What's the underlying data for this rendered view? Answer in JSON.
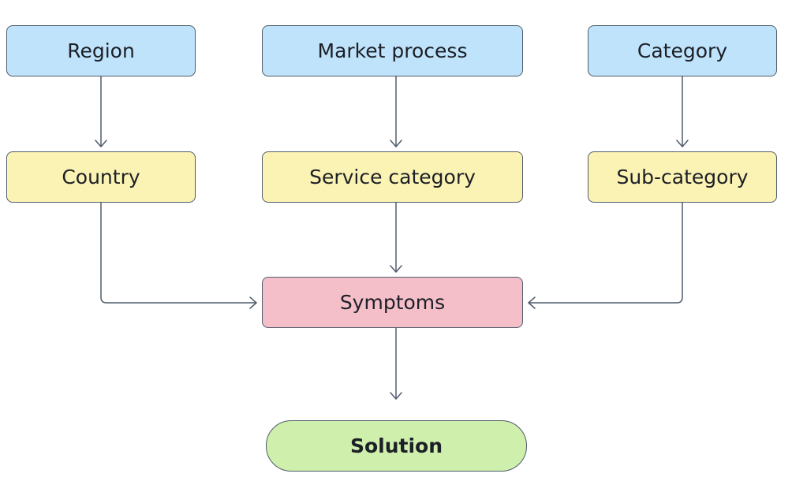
{
  "diagram": {
    "nodes": {
      "region": "Region",
      "market_process": "Market process",
      "category": "Category",
      "country": "Country",
      "service_category": "Service category",
      "sub_category": "Sub-category",
      "symptoms": "Symptoms",
      "solution": "Solution"
    },
    "edges": [
      {
        "from": "region",
        "to": "country"
      },
      {
        "from": "market_process",
        "to": "service_category"
      },
      {
        "from": "category",
        "to": "sub_category"
      },
      {
        "from": "country",
        "to": "symptoms"
      },
      {
        "from": "service_category",
        "to": "symptoms"
      },
      {
        "from": "sub_category",
        "to": "symptoms"
      },
      {
        "from": "symptoms",
        "to": "solution"
      }
    ],
    "colors": {
      "top_row_fill": "#bfe3fb",
      "middle_row_fill": "#fbf3b3",
      "symptoms_fill": "#f5bfc9",
      "solution_fill": "#cfefad",
      "line_color": "#4f5c6b"
    }
  }
}
